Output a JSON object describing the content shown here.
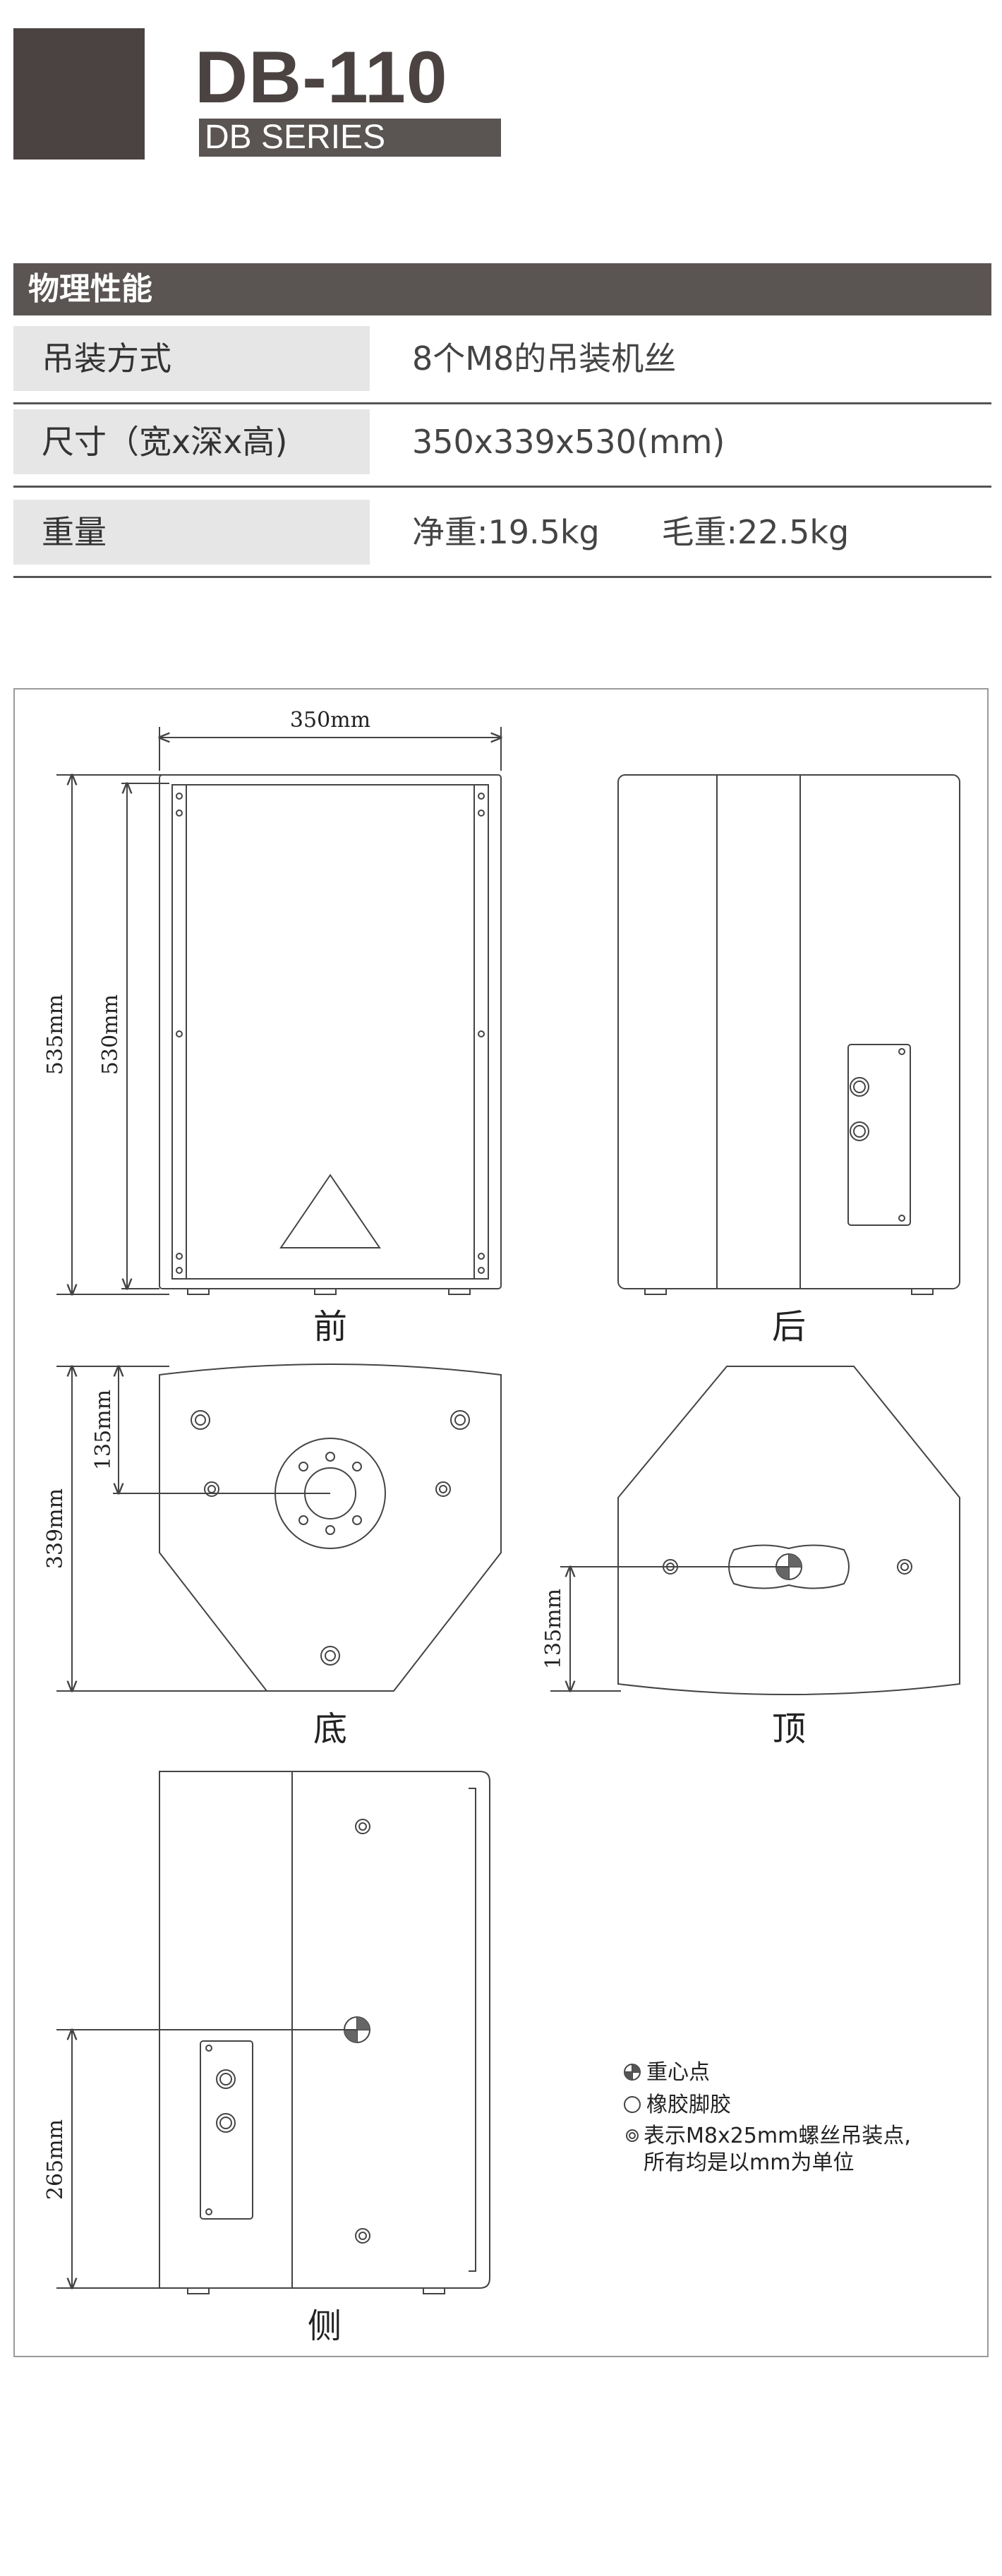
{
  "header": {
    "model": "DB-110",
    "series": "DB SERIES"
  },
  "specs": {
    "title": "物理性能",
    "rows": [
      {
        "label": "吊装方式",
        "value": "8个M8的吊装机丝"
      },
      {
        "label": "尺寸（宽x深x高)",
        "value": "350x339x530(mm)"
      },
      {
        "label": "重量",
        "value": "净重:19.5kg      毛重:22.5kg"
      }
    ]
  },
  "drawing": {
    "dimensions": {
      "front_width": "350mm",
      "front_height_outer": "535mm",
      "front_height_inner": "530mm",
      "bottom_depth": "339mm",
      "bottom_offset": "135mm",
      "top_offset": "135mm",
      "side_height": "265mm"
    },
    "views": {
      "front": "前",
      "rear": "后",
      "bottom": "底",
      "top": "顶",
      "side": "侧"
    },
    "legend": {
      "center_of_gravity": "重心点",
      "rubber_feet": "橡胶脚胶",
      "rigging_point_line1": "表示M8x25mm螺丝吊装点,",
      "rigging_point_line2": "所有均是以mm为单位"
    }
  }
}
